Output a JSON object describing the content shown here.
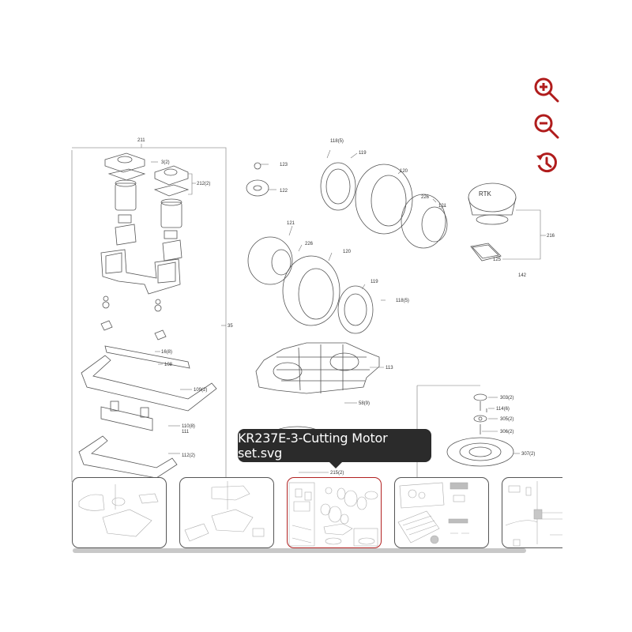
{
  "viewer": {
    "tooltip": "KR237E-3-Cutting Motor set.svg",
    "accent_color": "#b01c1c"
  },
  "toolbar": {
    "zoom_in": {
      "icon": "zoom-in-icon",
      "label": "Zoom in"
    },
    "zoom_out": {
      "icon": "zoom-out-icon",
      "label": "Zoom out"
    },
    "reset": {
      "icon": "history-reset-icon",
      "label": "Reset zoom"
    }
  },
  "drawing": {
    "part_labels": {
      "p211": "211",
      "p3": "3(2)",
      "p212": "212(2)",
      "p35": "35",
      "p16": "16(8)",
      "p108": "108",
      "p109": "109(2)",
      "p110": "110(8)",
      "p111": "111",
      "p112": "112(2)",
      "p118a": "118(5)",
      "p119a": "119",
      "p123": "123",
      "p122": "122",
      "p120a": "120",
      "p226a": "226",
      "p121a": "121",
      "p121b": "121",
      "p226b": "226",
      "p120b": "120",
      "p119b": "119",
      "p118b": "118(5)",
      "p216": "216",
      "p125": "125",
      "p142": "142",
      "rtk": "RTK",
      "p113": "113",
      "p58": "58(9)",
      "p215": "215(2)",
      "p303": "303(2)",
      "p114": "114(6)",
      "p305": "305(2)",
      "p306": "306(2)",
      "p307": "307(2)"
    }
  },
  "thumbnails": [
    {
      "name": "thumb-1",
      "active": false
    },
    {
      "name": "thumb-2",
      "active": false
    },
    {
      "name": "thumb-3-cutting-motor-set",
      "active": true
    },
    {
      "name": "thumb-4",
      "active": false
    },
    {
      "name": "thumb-5",
      "active": false
    }
  ]
}
